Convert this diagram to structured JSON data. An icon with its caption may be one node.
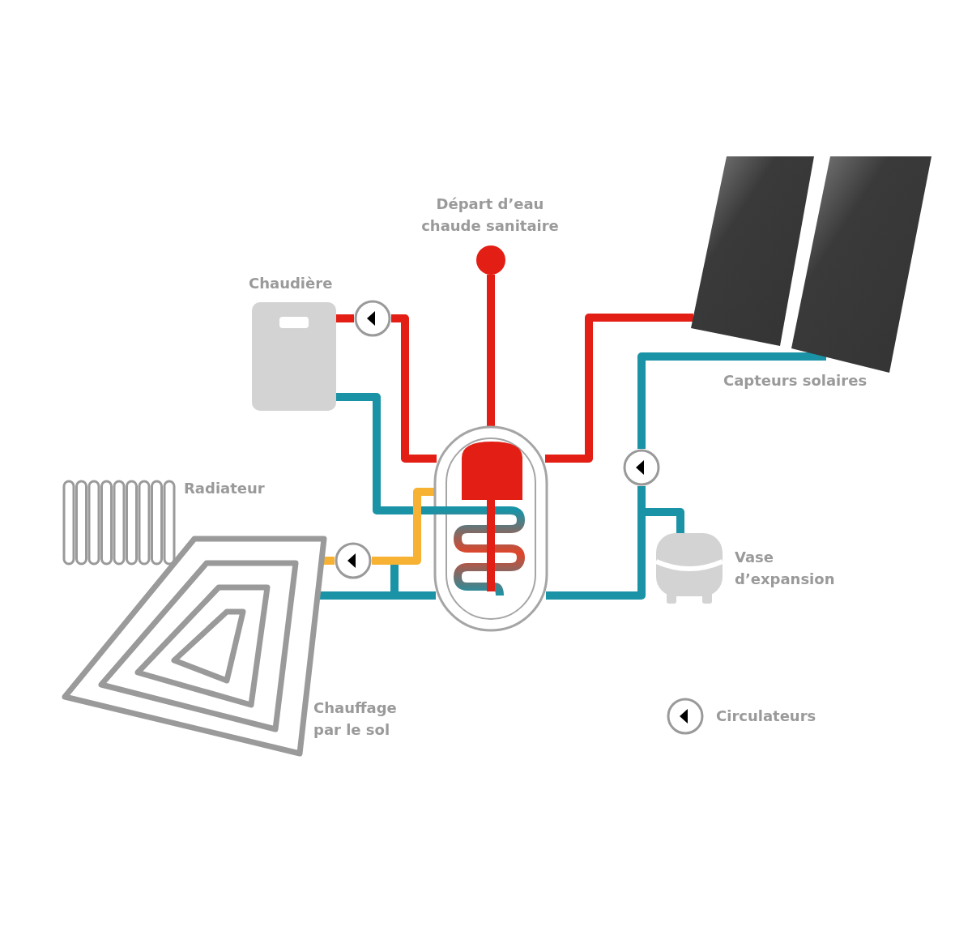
{
  "diagram": {
    "nodes": [
      {
        "text": [
          "Départ d’eau chaude sanitaire"
        ]
      },
      {
        "text": [
          "Chaudière"
        ]
      },
      {
        "text": [
          "Capteurs solaires"
        ]
      },
      {
        "text": [
          "Radiateur"
        ]
      },
      {
        "text": [
          "Chauffage par le sol"
        ]
      },
      {
        "text": [],
        "shape": "cylinder"
      },
      {
        "text": [],
        "shape": "circle"
      },
      {
        "text": [],
        "shape": "circle"
      },
      {
        "text": [],
        "shape": "circle"
      },
      {
        "text": [
          "Vase d’expansion"
        ]
      }
    ],
    "edges": [
      {
        "from": 5,
        "to": 0,
        "arrow": "none",
        "color": "#e31e14"
      },
      {
        "from": 1,
        "to": 6,
        "arrow": "none",
        "color": "#e31e14"
      },
      {
        "from": 6,
        "to": 5,
        "arrow": "none",
        "color": "#e31e14"
      },
      {
        "from": 1,
        "to": 5,
        "arrow": "none"
      },
      {
        "from": 2,
        "to": 5,
        "arrow": "none",
        "color": "#e31e14"
      },
      {
        "from": 2,
        "to": 8,
        "arrow": "none"
      },
      {
        "from": 8,
        "to": 9,
        "arrow": "none"
      },
      {
        "from": 8,
        "to": 5,
        "arrow": "none"
      },
      {
        "from": 4,
        "to": 7,
        "arrow": "none",
        "color": "#f7b234"
      },
      {
        "from": 7,
        "to": 5,
        "arrow": "none",
        "color": "#f7b234"
      },
      {
        "from": 4,
        "to": 5,
        "arrow": "none"
      }
    ],
    "legend": [
      {
        "text": "Circulateurs"
      }
    ]
  }
}
